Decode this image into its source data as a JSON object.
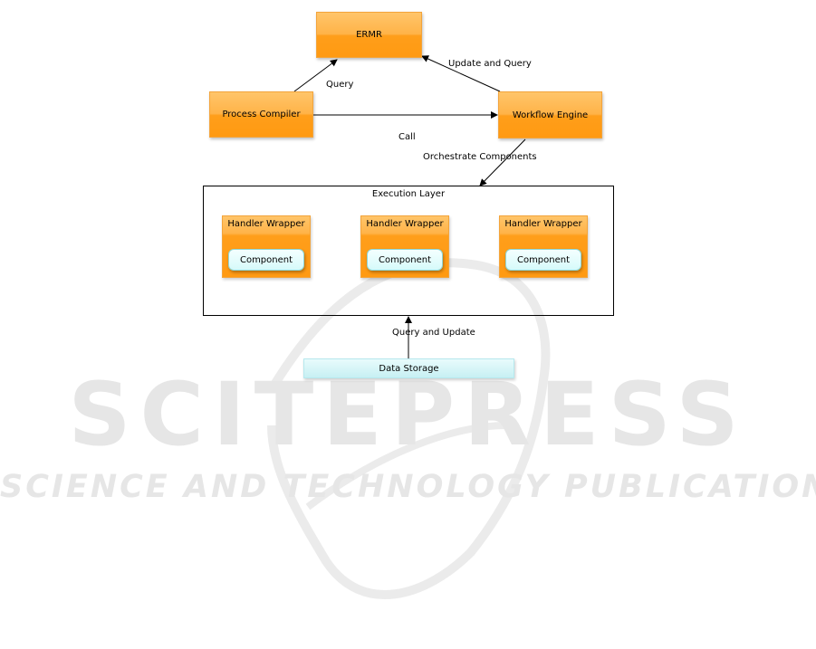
{
  "watermark": {
    "main": "SCITEPRESS",
    "sub": "SCIENCE AND TECHNOLOGY PUBLICATIONS"
  },
  "nodes": {
    "ermr": "ERMR",
    "process_compiler": "Process Compiler",
    "workflow_engine": "Workflow Engine",
    "execution_layer": "Execution Layer",
    "handler_wrappers": [
      {
        "label": "Handler Wrapper",
        "component": "Component"
      },
      {
        "label": "Handler Wrapper",
        "component": "Component"
      },
      {
        "label": "Handler Wrapper",
        "component": "Component"
      }
    ],
    "data_storage": "Data Storage"
  },
  "edges": {
    "query": "Query",
    "update_and_query": "Update and Query",
    "call": "Call",
    "orchestrate_components": "Orchestrate Components",
    "query_and_update": "Query and Update"
  },
  "colors": {
    "orange_box": "#ff9e1a",
    "cyan_box": "#d6fafa",
    "watermark": "#e6e6e6"
  }
}
